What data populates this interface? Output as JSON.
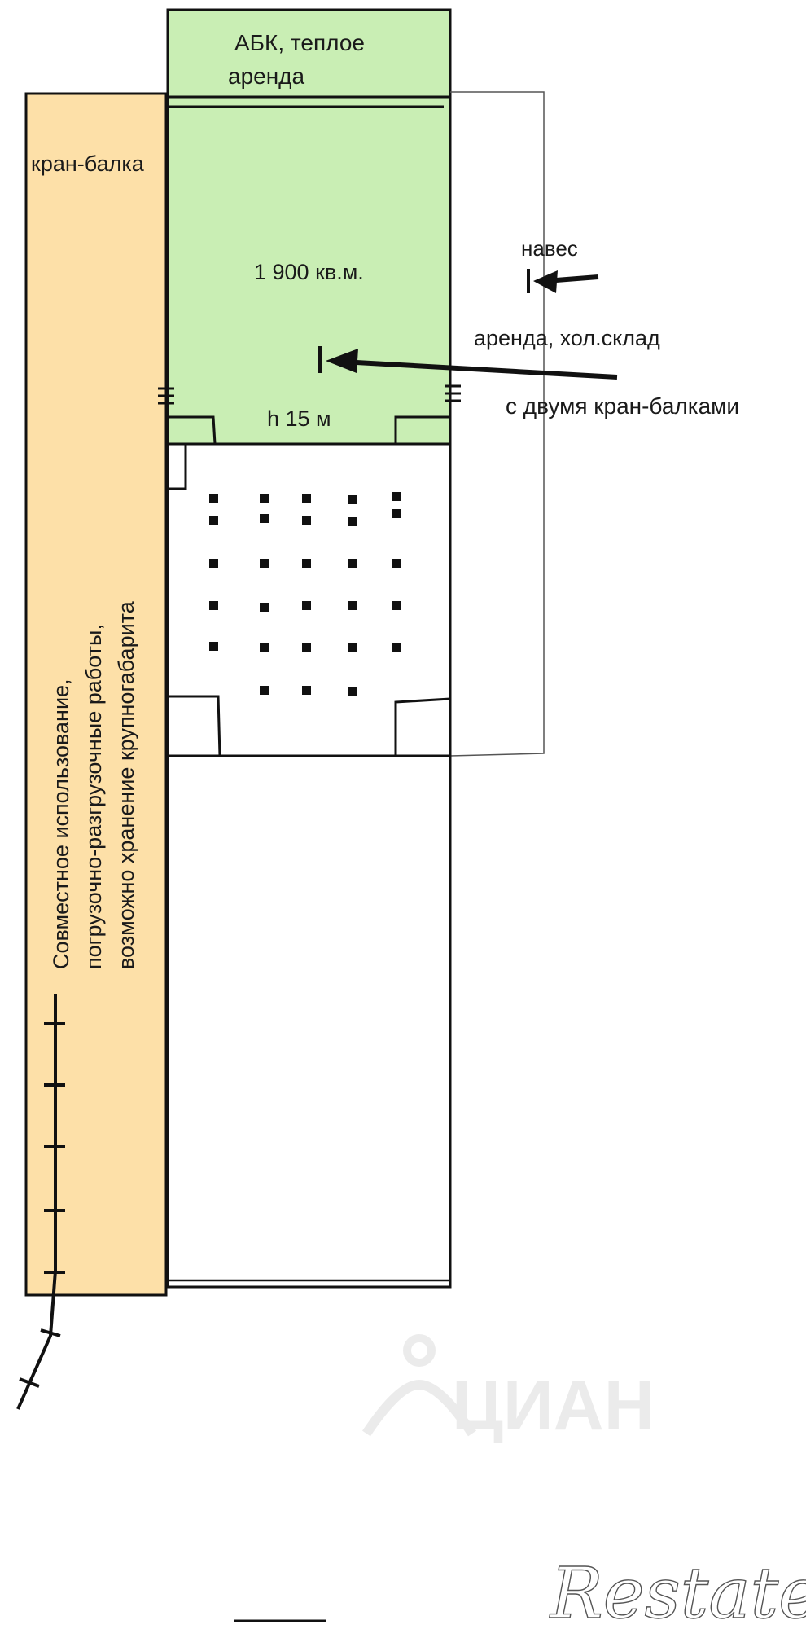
{
  "labels": {
    "abk_line1": "АБК, теплое",
    "abk_line2": "аренда",
    "crane_beam": "кран-балка",
    "area": "1 900 кв.м.",
    "height": "h 15 м",
    "canopy": "навес",
    "rent_line1": "аренда, хол.склад",
    "rent_line2": "с двумя кран-балками",
    "shared_line1": "Совместное использование,",
    "shared_line2": "погрузочно-разгрузочные работы,",
    "shared_line3": "возможно хранение крупногабарита"
  },
  "watermarks": {
    "cian": "ЦИАН",
    "brand": "Restate"
  },
  "colors": {
    "heated_zone": "#c9eeb4",
    "shared_zone": "#fde0a8",
    "outline": "#111111"
  }
}
